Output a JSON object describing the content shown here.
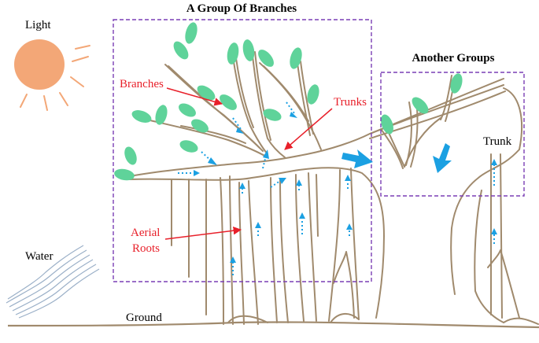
{
  "diagram": {
    "group_title": "A Group Of Branches",
    "other_title": "Another Groups",
    "light": "Light",
    "water": "Water",
    "ground": "Ground",
    "trunk": "Trunk",
    "branches": "Branches",
    "trunks": "Trunks",
    "aerial_line1": "Aerial",
    "aerial_line2": "Roots"
  },
  "colors": {
    "sun": "#f3a777",
    "branch": "#a08a6d",
    "leaf": "#5fd39a",
    "box": "#7a3fb5",
    "annotation": "#e8202a",
    "flow": "#1ba0e2",
    "water": "#9bb0c8"
  }
}
